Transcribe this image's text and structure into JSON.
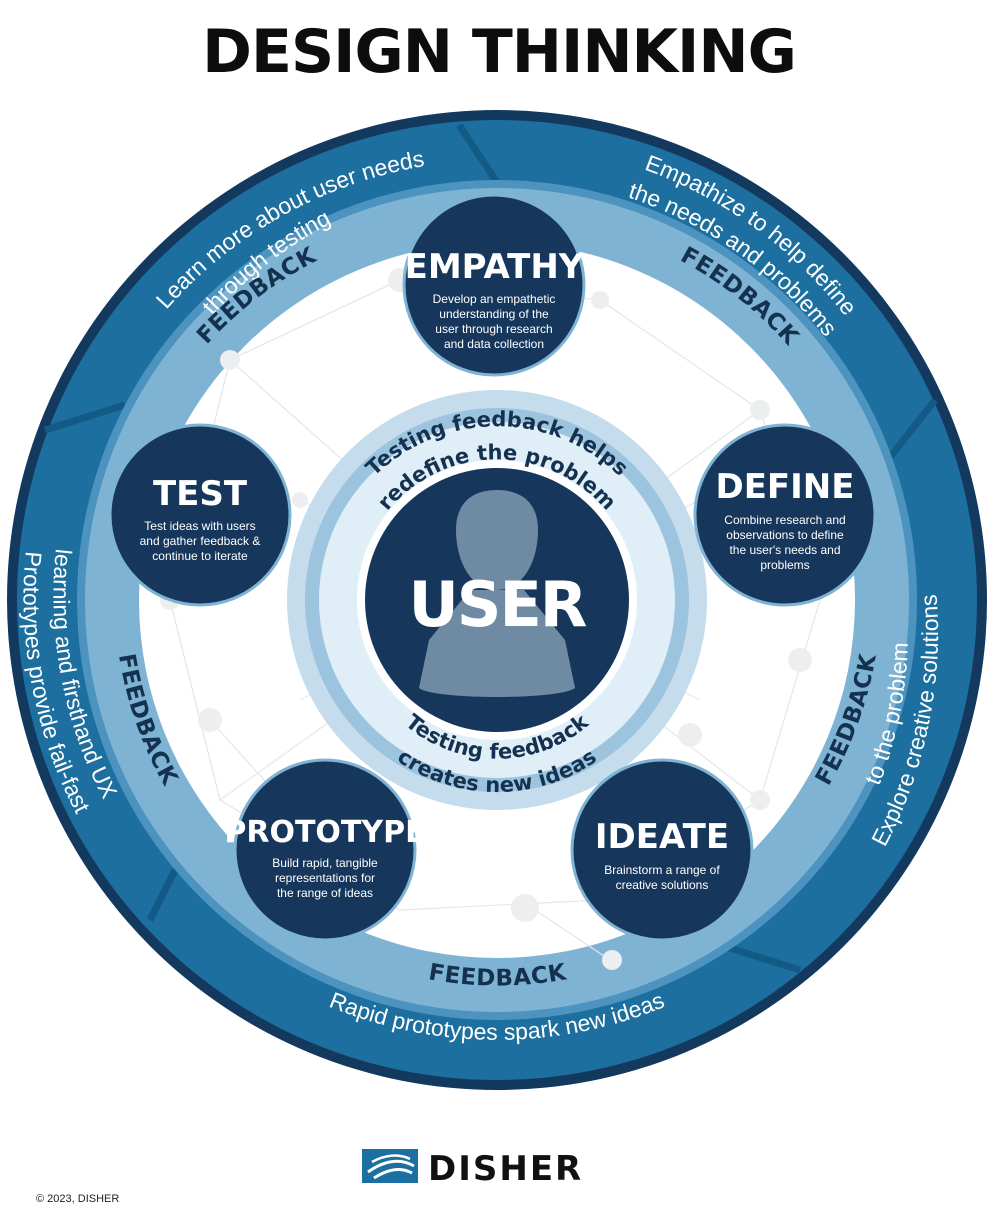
{
  "title": "DESIGN THINKING",
  "colors": {
    "navy": "#16375b",
    "outer_ring": "#1c6f9e",
    "light_ring": "#7fb3d3",
    "pale_ring": "#cfe3ef",
    "feedback_text": "#14324f"
  },
  "outer_ring_texts": {
    "top_left": [
      "Learn more about user needs",
      "through testing"
    ],
    "top_right": [
      "Empathize to help define",
      "the needs and problems"
    ],
    "right": [
      "Explore creative solutions",
      "to the problem"
    ],
    "bottom": "Rapid prototypes spark new ideas",
    "left": [
      "Prototypes  provide  fail-fast",
      "learning and firsthand UX"
    ]
  },
  "feedback_label": "FEEDBACK",
  "inner_ring": {
    "top": [
      "Testing feedback helps",
      "redefine the problem"
    ],
    "bottom": [
      "Testing feedback",
      "creates new ideas"
    ]
  },
  "center": {
    "label": "USER",
    "icon": "user-silhouette-icon"
  },
  "stages": [
    {
      "id": "empathy",
      "title": "EMPATHY",
      "desc": [
        "Develop an empathetic",
        "understanding of the",
        "user through research",
        "and data collection"
      ]
    },
    {
      "id": "define",
      "title": "DEFINE",
      "desc": [
        "Combine research and",
        "observations to define",
        "the user's needs and",
        "problems"
      ]
    },
    {
      "id": "ideate",
      "title": "IDEATE",
      "desc": [
        "Brainstorm a range of",
        "creative solutions"
      ]
    },
    {
      "id": "prototype",
      "title": "PROTOTYPE",
      "desc": [
        "Build rapid, tangible",
        "representations for",
        "the range of ideas"
      ]
    },
    {
      "id": "test",
      "title": "TEST",
      "desc": [
        "Test ideas with users",
        "and gather feedback &",
        "continue to iterate"
      ]
    }
  ],
  "logo": {
    "text": "DISHER",
    "icon": "disher-logo-icon"
  },
  "copyright": "© 2023, DISHER"
}
